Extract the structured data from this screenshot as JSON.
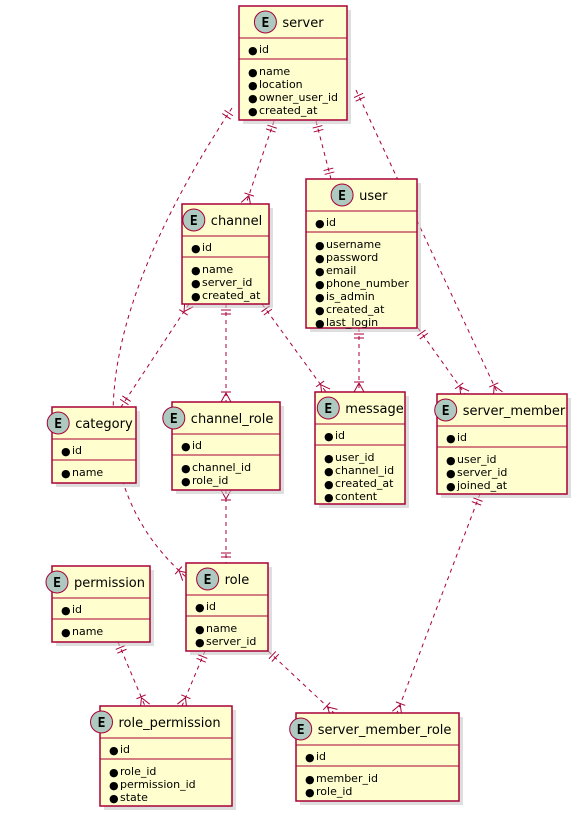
{
  "entities": [
    {
      "id": "server",
      "title": "server",
      "pk": [
        "id"
      ],
      "fields": [
        "name",
        "location",
        "owner_user_id",
        "created_at"
      ]
    },
    {
      "id": "channel",
      "title": "channel",
      "pk": [
        "id"
      ],
      "fields": [
        "name",
        "server_id",
        "created_at"
      ]
    },
    {
      "id": "user",
      "title": "user",
      "pk": [
        "id"
      ],
      "fields": [
        "username",
        "password",
        "email",
        "phone_number",
        "is_admin",
        "created_at",
        "last_login"
      ]
    },
    {
      "id": "category",
      "title": "category",
      "pk": [
        "id"
      ],
      "fields": [
        "name"
      ]
    },
    {
      "id": "channel_role",
      "title": "channel_role",
      "pk": [
        "id"
      ],
      "fields": [
        "channel_id",
        "role_id"
      ]
    },
    {
      "id": "message",
      "title": "message",
      "pk": [
        "id"
      ],
      "fields": [
        "user_id",
        "channel_id",
        "created_at",
        "content"
      ]
    },
    {
      "id": "server_member",
      "title": "server_member",
      "pk": [
        "id"
      ],
      "fields": [
        "user_id",
        "server_id",
        "joined_at"
      ]
    },
    {
      "id": "permission",
      "title": "permission",
      "pk": [
        "id"
      ],
      "fields": [
        "name"
      ]
    },
    {
      "id": "role",
      "title": "role",
      "pk": [
        "id"
      ],
      "fields": [
        "name",
        "server_id"
      ]
    },
    {
      "id": "role_permission",
      "title": "role_permission",
      "pk": [
        "id"
      ],
      "fields": [
        "role_id",
        "permission_id",
        "state"
      ]
    },
    {
      "id": "server_member_role",
      "title": "server_member_role",
      "pk": [
        "id"
      ],
      "fields": [
        "member_id",
        "role_id"
      ]
    }
  ],
  "relations": [
    {
      "from": "server",
      "to": "channel",
      "from_card": "one",
      "to_card": "many"
    },
    {
      "from": "server",
      "to": "user",
      "from_card": "one",
      "to_card": "one"
    },
    {
      "from": "server",
      "to": "server_member",
      "from_card": "one",
      "to_card": "many"
    },
    {
      "from": "server",
      "to": "role",
      "from_card": "one",
      "to_card": "many"
    },
    {
      "from": "channel",
      "to": "category",
      "from_card": "many",
      "to_card": "one"
    },
    {
      "from": "channel",
      "to": "channel_role",
      "from_card": "one",
      "to_card": "many"
    },
    {
      "from": "channel",
      "to": "message",
      "from_card": "one",
      "to_card": "many"
    },
    {
      "from": "user",
      "to": "message",
      "from_card": "one",
      "to_card": "many"
    },
    {
      "from": "user",
      "to": "server_member",
      "from_card": "one",
      "to_card": "many"
    },
    {
      "from": "channel_role",
      "to": "role",
      "from_card": "many",
      "to_card": "one"
    },
    {
      "from": "server_member",
      "to": "server_member_role",
      "from_card": "one",
      "to_card": "many"
    },
    {
      "from": "permission",
      "to": "role_permission",
      "from_card": "one",
      "to_card": "many"
    },
    {
      "from": "role",
      "to": "role_permission",
      "from_card": "one",
      "to_card": "many"
    },
    {
      "from": "role",
      "to": "server_member_role",
      "from_card": "one",
      "to_card": "many"
    }
  ]
}
